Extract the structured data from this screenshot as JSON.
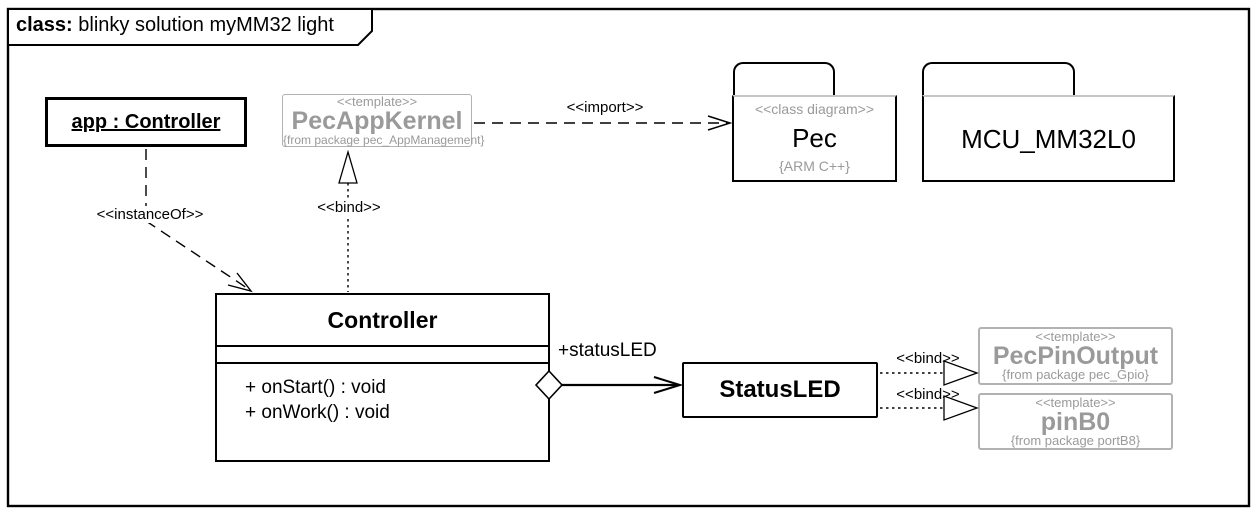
{
  "frame": {
    "title_keyword": "class:",
    "title_text": " blinky solution myMM32 light"
  },
  "nodes": {
    "app_instance": {
      "name": "app : Controller"
    },
    "pec_app_kernel": {
      "stereotype": "<<template>>",
      "name": "PecAppKernel",
      "from": "{from package pec_AppManagement}"
    },
    "pec_package": {
      "stereotype": "<<class diagram>>",
      "name": "Pec",
      "tag": "{ARM C++}"
    },
    "mcu_package": {
      "name": "MCU_MM32L0"
    },
    "controller": {
      "name": "Controller",
      "operations": [
        "+ onStart() : void",
        "+ onWork() : void"
      ]
    },
    "status_led": {
      "name": "StatusLED"
    },
    "pec_pin_output": {
      "stereotype": "<<template>>",
      "name": "PecPinOutput",
      "from": "{from package pec_Gpio}"
    },
    "pin_b0": {
      "stereotype": "<<template>>",
      "name": "pinB0",
      "from": "{from package portB8}"
    }
  },
  "connectors": {
    "import_label": "<<import>>",
    "instance_of_label": "<<instanceOf>>",
    "bind_kernel_label": "<<bind>>",
    "bind_pin_output_label": "<<bind>>",
    "bind_pin_b0_label": "<<bind>>",
    "status_led_role_label": "+statusLED"
  },
  "colors": {
    "gray_text": "#9a9a9a",
    "gray_border": "#b2b2b2",
    "gray_line": "#c6c6c6",
    "line_black": "#000000",
    "background": "#ffffff"
  }
}
